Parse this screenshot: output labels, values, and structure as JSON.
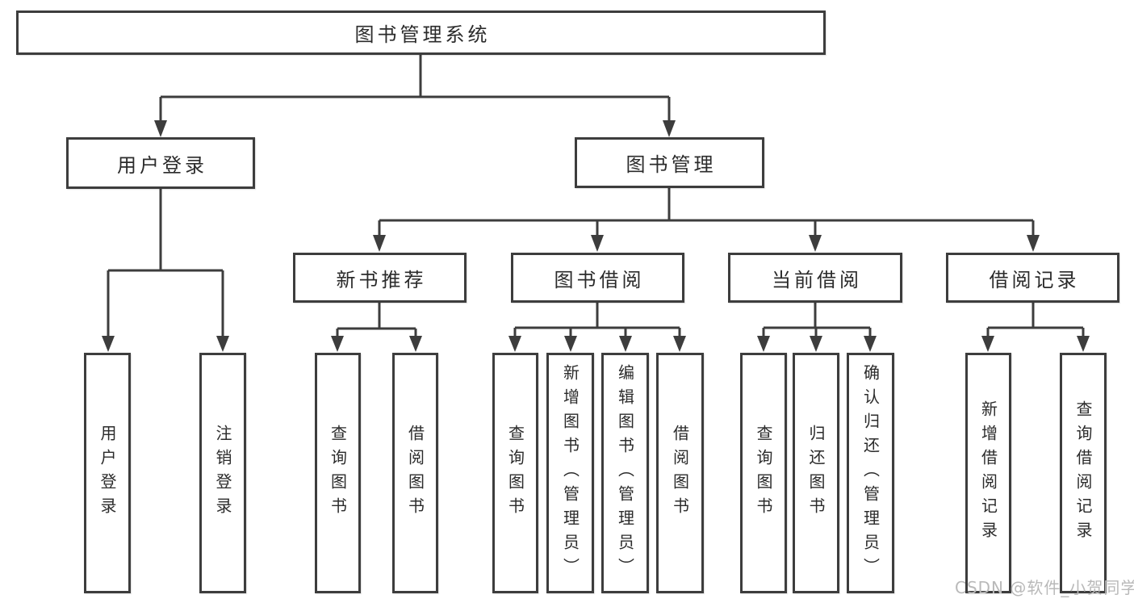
{
  "colors": {
    "line": "#3d3d3d",
    "text": "#2b2b2b",
    "box_background": "#ffffff",
    "watermark": "#b9b9b9"
  },
  "nodes": {
    "root": "图书管理系统",
    "user_login": "用户登录",
    "book_mgmt": "图书管理",
    "new_book_rec": "新书推荐",
    "book_borrow": "图书借阅",
    "current_borrow": "当前借阅",
    "borrow_record": "借阅记录",
    "leaf_user_login": "用户登录",
    "leaf_logout": "注销登录",
    "rec_query_book": "查询图书",
    "rec_borrow_book": "借阅图书",
    "bb_query_book": "查询图书",
    "bb_add_book": "新增图书（管理员）",
    "bb_edit_book": "编辑图书（管理员）",
    "bb_borrow_book": "借阅图书",
    "cb_query_book": "查询图书",
    "cb_return_book": "归还图书",
    "cb_confirm_return": "确认归还（管理员）",
    "br_add_record": "新增借阅记录",
    "br_query_record": "查询借阅记录"
  },
  "watermark": "CSDN @软件_小贺同学"
}
